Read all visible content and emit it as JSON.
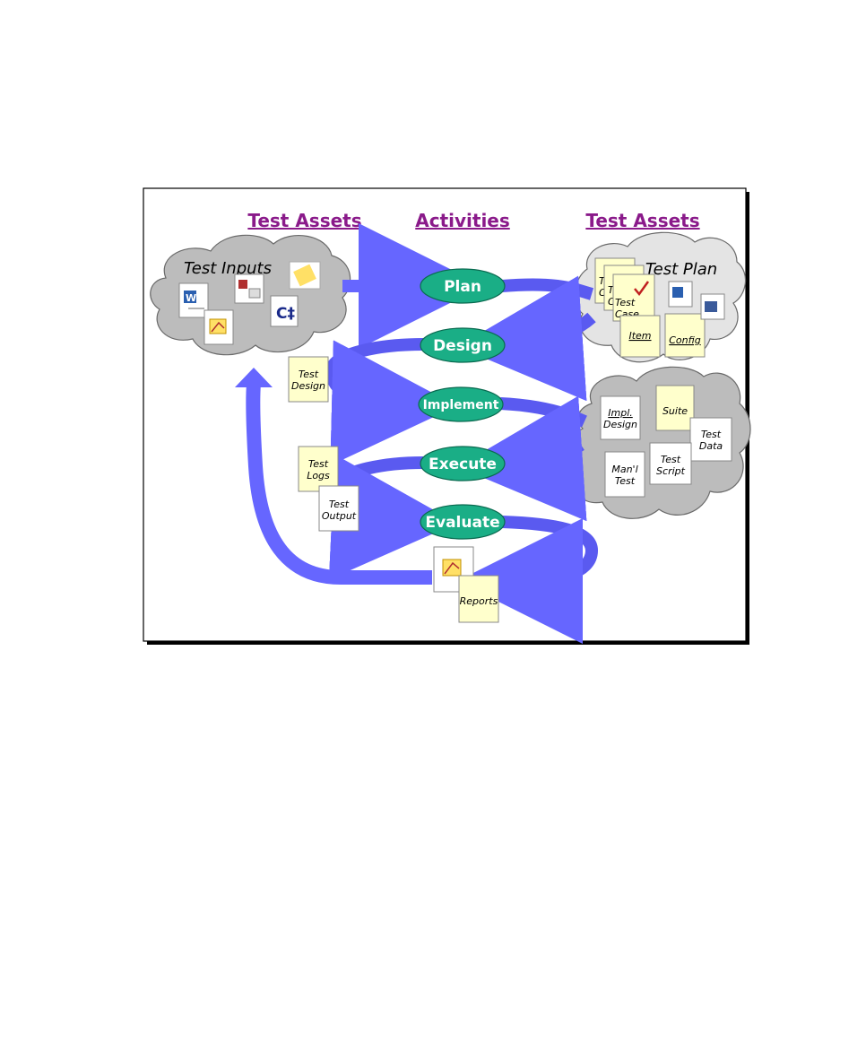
{
  "headers": {
    "left": "Test Assets",
    "center": "Activities",
    "right": "Test Assets"
  },
  "clouds": {
    "inputs": "Test Inputs",
    "plan": "Test Plan"
  },
  "activities": [
    "Plan",
    "Design",
    "Implement",
    "Execute",
    "Evaluate"
  ],
  "plan_docs": {
    "test_case": [
      "Test",
      "Case"
    ],
    "item": "Item",
    "config": "Config",
    "partial_1": "T",
    "partial_2": "C",
    "partial_3": "Te",
    "partial_4": "C"
  },
  "impl_docs": {
    "impl_design": [
      "Impl.",
      "Design"
    ],
    "suite": "Suite",
    "test_data": [
      "Test",
      "Data"
    ],
    "manual_test": [
      "Man'l",
      "Test"
    ],
    "test_script": [
      "Test",
      "Script"
    ]
  },
  "side_docs": {
    "test_design": [
      "Test",
      "Design"
    ],
    "test_logs": [
      "Test",
      "Logs"
    ],
    "test_output": [
      "Test",
      "Output"
    ],
    "reports": "Reports"
  },
  "icons": {
    "c_icon": "C‡",
    "colors": {
      "arrow": "#6666ff",
      "activity": "#1aae86",
      "cloud_inputs": "#bcbcbc",
      "cloud_plan": "#e4e4e4",
      "header": "#8a1a8a",
      "note_yellow": "#ffffcc"
    }
  }
}
